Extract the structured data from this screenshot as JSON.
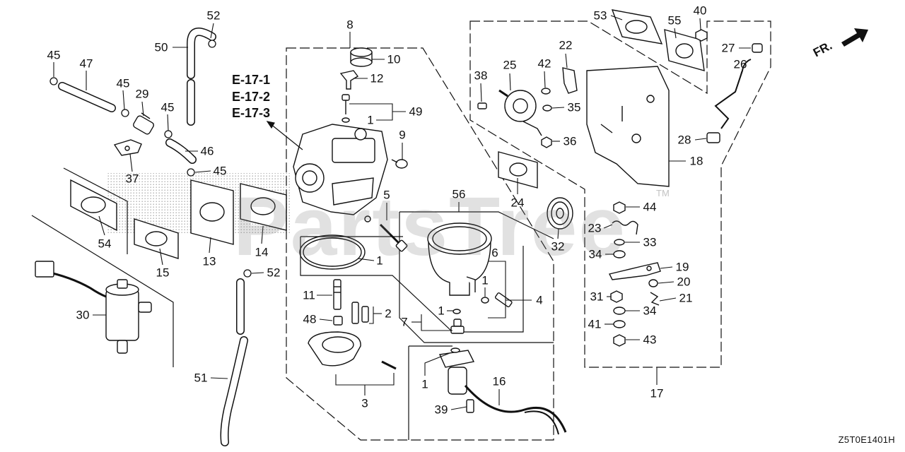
{
  "diagram": {
    "references": [
      "E-17-1",
      "E-17-2",
      "E-17-3"
    ],
    "direction_label": "FR.",
    "code": "Z5T0E1401H",
    "watermark": "PartsTree",
    "trademark": "TM"
  },
  "callouts": [
    "8",
    "52",
    "50",
    "45",
    "47",
    "45",
    "29",
    "45",
    "46",
    "45",
    "37",
    "10",
    "12",
    "49",
    "1",
    "9",
    "5",
    "56",
    "54",
    "15",
    "13",
    "14",
    "1",
    "6",
    "1",
    "4",
    "1",
    "2",
    "7",
    "11",
    "48",
    "3",
    "1",
    "16",
    "39",
    "30",
    "52",
    "51",
    "53",
    "55",
    "40",
    "27",
    "26",
    "22",
    "42",
    "38",
    "25",
    "35",
    "36",
    "28",
    "18",
    "24",
    "44",
    "23",
    "33",
    "32",
    "34",
    "19",
    "20",
    "31",
    "21",
    "34",
    "41",
    "43",
    "17"
  ]
}
